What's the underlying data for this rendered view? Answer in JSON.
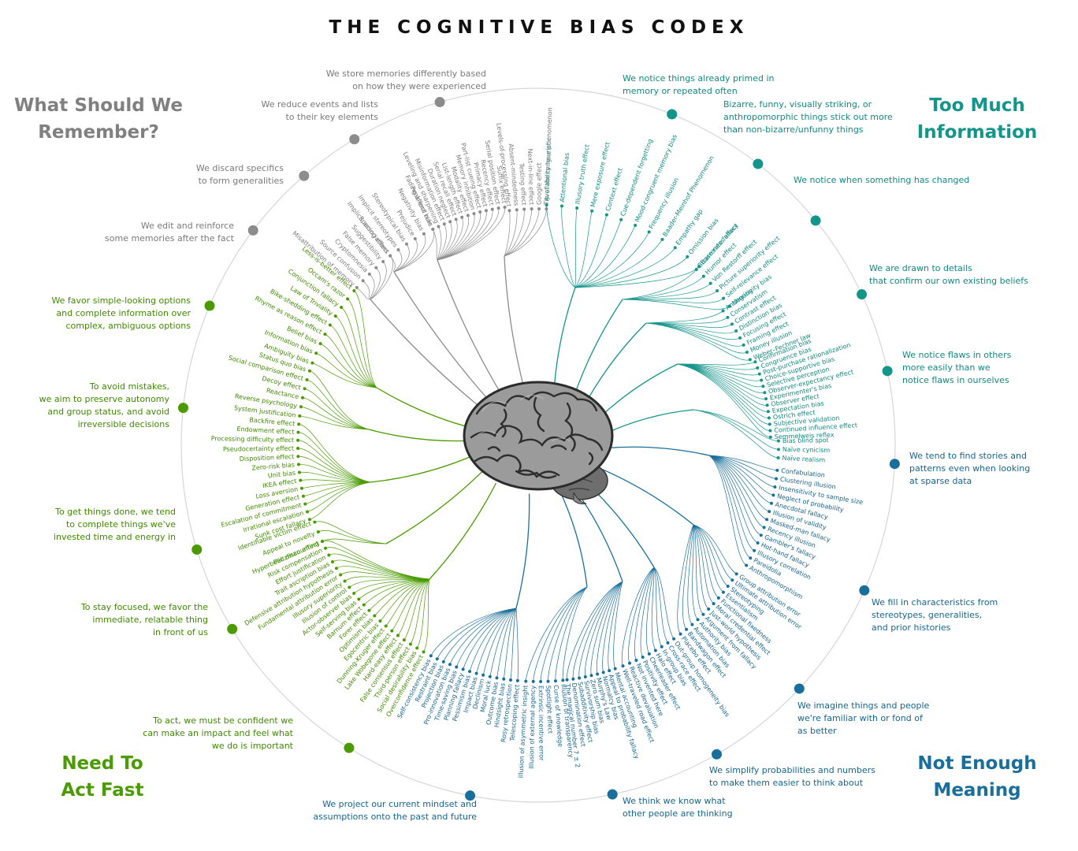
{
  "title": "THE COGNITIVE BIAS CODEX",
  "colors": {
    "remember": "#8c8c8c",
    "info": "#14958a",
    "act": "#4a9a00",
    "meaning": "#1a6f9a",
    "circle": "#d4d4d4"
  },
  "quadrants": {
    "remember": {
      "line1": "What Should We",
      "line2": "Remember?"
    },
    "info": {
      "line1": "Too Much",
      "line2": "Information"
    },
    "act": {
      "line1": "Need To",
      "line2": "Act Fast"
    },
    "meaning": {
      "line1": "Not Enough",
      "line2": "Meaning"
    }
  },
  "groups": [
    {
      "q": "info",
      "label": [
        "We notice things already primed in",
        "memory or repeated often"
      ],
      "biases": [
        "Availability heuristic",
        "Attentional bias",
        "Illusory truth effect",
        "Mere exposure effect",
        "Context effect",
        "Cue-dependent forgetting",
        "Mood-congruent memory bias",
        "Frequency illusion",
        "Baader-Meinhof Phenomenon",
        "Empathy gap",
        "Omission bias",
        "Base rate fallacy"
      ]
    },
    {
      "q": "info",
      "label": [
        "Bizarre, funny, visually striking, or",
        "anthropomorphic things stick out more",
        "than non-bizarre/unfunny things"
      ],
      "biases": [
        "Bizarreness effect",
        "Humor effect",
        "Von Restorff effect",
        "Picture superiority effect",
        "Self-relevance effect",
        "Negativity bias"
      ]
    },
    {
      "q": "info",
      "label": [
        "We notice when something has changed"
      ],
      "biases": [
        "Anchoring",
        "Conservatism",
        "Contrast effect",
        "Distinction bias",
        "Focusing effect",
        "Framing effect",
        "Money illusion",
        "Weber–Fechner law"
      ]
    },
    {
      "q": "info",
      "label": [
        "We are drawn to details",
        "that confirm our own existing beliefs"
      ],
      "biases": [
        "Confirmation bias",
        "Congruence bias",
        "Post-purchase rationalization",
        "Choice-supportive bias",
        "Selective perception",
        "Observer-expectancy effect",
        "Experimenter's bias",
        "Observer effect",
        "Expectation bias",
        "Ostrich effect",
        "Subjective validation",
        "Continued influence effect",
        "Semmelweis reflex"
      ]
    },
    {
      "q": "info",
      "label": [
        "We notice flaws in others",
        "more easily than we",
        "notice flaws in ourselves"
      ],
      "biases": [
        "Bias blind spot",
        "Naïve cynicism",
        "Naïve realism"
      ]
    },
    {
      "q": "meaning",
      "label": [
        "We tend to find stories and",
        "patterns even when looking",
        "at sparse data"
      ],
      "biases": [
        "Confabulation",
        "Clustering illusion",
        "Insensitivity to sample size",
        "Neglect of probability",
        "Anecdotal fallacy",
        "Illusion of validity",
        "Masked-man fallacy",
        "Recency illusion",
        "Gambler's fallacy",
        "Hot-hand fallacy",
        "Illusory correlation",
        "Pareidolia",
        "Anthropomorphism"
      ]
    },
    {
      "q": "meaning",
      "label": [
        "We fill in characteristics from",
        "stereotypes, generalities,",
        "and prior histories"
      ],
      "biases": [
        "Group attribution error",
        "Ultimate attribution error",
        "Stereotyping",
        "Essentialism",
        "Functional fixedness",
        "Moral credential effect",
        "Just-world hypothesis",
        "Argument from fallacy",
        "Authority bias",
        "Automation bias",
        "Bandwagon effect",
        "Placebo effect"
      ]
    },
    {
      "q": "meaning",
      "label": [
        "We imagine things and people",
        "we're familiar with or fond of",
        "as better"
      ],
      "biases": [
        "Out-group homogeneity bias",
        "Cross-race effect",
        "In-group bias",
        "Halo effect",
        "Cheerleader effect",
        "Positivity effect",
        "Not invented here",
        "Reactive devaluation",
        "Well-traveled road effect"
      ]
    },
    {
      "q": "meaning",
      "label": [
        "We simplify probabilities and numbers",
        "to make them easier to think about"
      ],
      "biases": [
        "Mental accounting",
        "Appeal to probability fallacy",
        "Normalcy bias",
        "Murphy's Law",
        "Zero sum bias",
        "Survivorship bias",
        "Subadditivity effect",
        "Denomination effect",
        "The magical number 7 ± 2"
      ]
    },
    {
      "q": "meaning",
      "label": [
        "We think we know what",
        "other people are thinking"
      ],
      "biases": [
        "Illusion of transparency",
        "Curse of knowledge",
        "Spotlight effect",
        "Extrinsic incentive error",
        "Illusion of external agency",
        "Illusion of asymmetric insight"
      ]
    },
    {
      "q": "meaning",
      "label": [
        "We project our current mindset and",
        "assumptions onto the past and future"
      ],
      "biases": [
        "Telescoping effect",
        "Rosy retrospection",
        "Hindsight bias",
        "Outcome bias",
        "Moral luck",
        "Declinism",
        "Impact bias",
        "Pessimism bias",
        "Planning fallacy",
        "Time-saving bias",
        "Pro-innovation bias",
        "Projection bias",
        "Restraint bias",
        "Self-consistency bias"
      ]
    },
    {
      "q": "act",
      "label": [
        "To act, we must be confident we",
        "can make an impact and feel what",
        "we do is important"
      ],
      "biases": [
        "Overconfidence effect",
        "Social desirability bias",
        "Third-person effect",
        "False consensus effect",
        "Hard-easy effect",
        "Lake Wobegone effect",
        "Dunning-Kruger effect",
        "Egocentric bias",
        "Optimism bias",
        "Forer effect",
        "Barnum effect",
        "Self-serving bias",
        "Actor-observer bias",
        "Illusion of control",
        "Illusory superiority",
        "Fundamental attribution error",
        "Defensive attribution hypothesis",
        "Trait ascription bias",
        "Effort justification",
        "Risk compensation",
        "Peltzman effect"
      ]
    },
    {
      "q": "act",
      "label": [
        "To stay focused, we favor the",
        "immediate, relatable thing",
        "in front of us"
      ],
      "biases": [
        "Hyperbolic discounting",
        "Appeal to novelty",
        "Identifiable victim effect"
      ]
    },
    {
      "q": "act",
      "label": [
        "To get things done, we tend",
        "to complete things we've",
        "invested time and energy in"
      ],
      "biases": [
        "Sunk cost fallacy",
        "Irrational escalation",
        "Escalation of commitment",
        "Generation effect",
        "Loss aversion",
        "IKEA effect",
        "Unit bias",
        "Zero-risk bias",
        "Disposition effect",
        "Pseudocertainty effect",
        "Processing difficulty effect",
        "Endowment effect",
        "Backfire effect"
      ]
    },
    {
      "q": "act",
      "label": [
        "To avoid mistakes,",
        "we aim to preserve autonomy",
        "and group status, and avoid",
        "irreversible decisions"
      ],
      "biases": [
        "System justification",
        "Reverse psychology",
        "Reactance",
        "Decoy effect",
        "Social comparison effect",
        "Status quo bias"
      ]
    },
    {
      "q": "act",
      "label": [
        "We favor simple-looking options",
        "and complete information over",
        "complex, ambiguous options"
      ],
      "biases": [
        "Ambiguity bias",
        "Information bias",
        "Belief bias",
        "Rhyme as reason effect",
        "Bike-shedding effect",
        "Law of Triviality",
        "Conjunction fallacy",
        "Occam's razor",
        "Less-is-better effect"
      ]
    },
    {
      "q": "remember",
      "label": [
        "We edit and reinforce",
        "some memories after the fact"
      ],
      "biases": [
        "Misattribution of memory",
        "Source confusion",
        "Cryptomnesia",
        "False memory",
        "Suggestibility",
        "Spacing effect"
      ]
    },
    {
      "q": "remember",
      "label": [
        "We discard specifics",
        "to form generalities"
      ],
      "biases": [
        "Implicit associations",
        "Implicit stereotypes",
        "Stereotypical bias",
        "Prejudice",
        "Negativity bias",
        "Fading affect bias"
      ]
    },
    {
      "q": "remember",
      "label": [
        "We reduce events and lists",
        "to their key elements"
      ],
      "biases": [
        "Peak-end rule",
        "Leveling and sharpening",
        "Misinformation effect",
        "Duration neglect",
        "Serial recall effect",
        "List-length effect",
        "Modality effect",
        "Memory inhibition",
        "Part-list cueing effect",
        "Primacy effect",
        "Recency effect",
        "Serial position effect",
        "Suffix effect"
      ]
    },
    {
      "q": "remember",
      "label": [
        "We store memories differently based",
        "on how they were experienced"
      ],
      "biases": [
        "Levels-of-processing effect",
        "Absent-mindedness",
        "Testing effect",
        "Next-in-line effect",
        "Google effect",
        "Tip of the tongue phenomenon"
      ]
    }
  ]
}
